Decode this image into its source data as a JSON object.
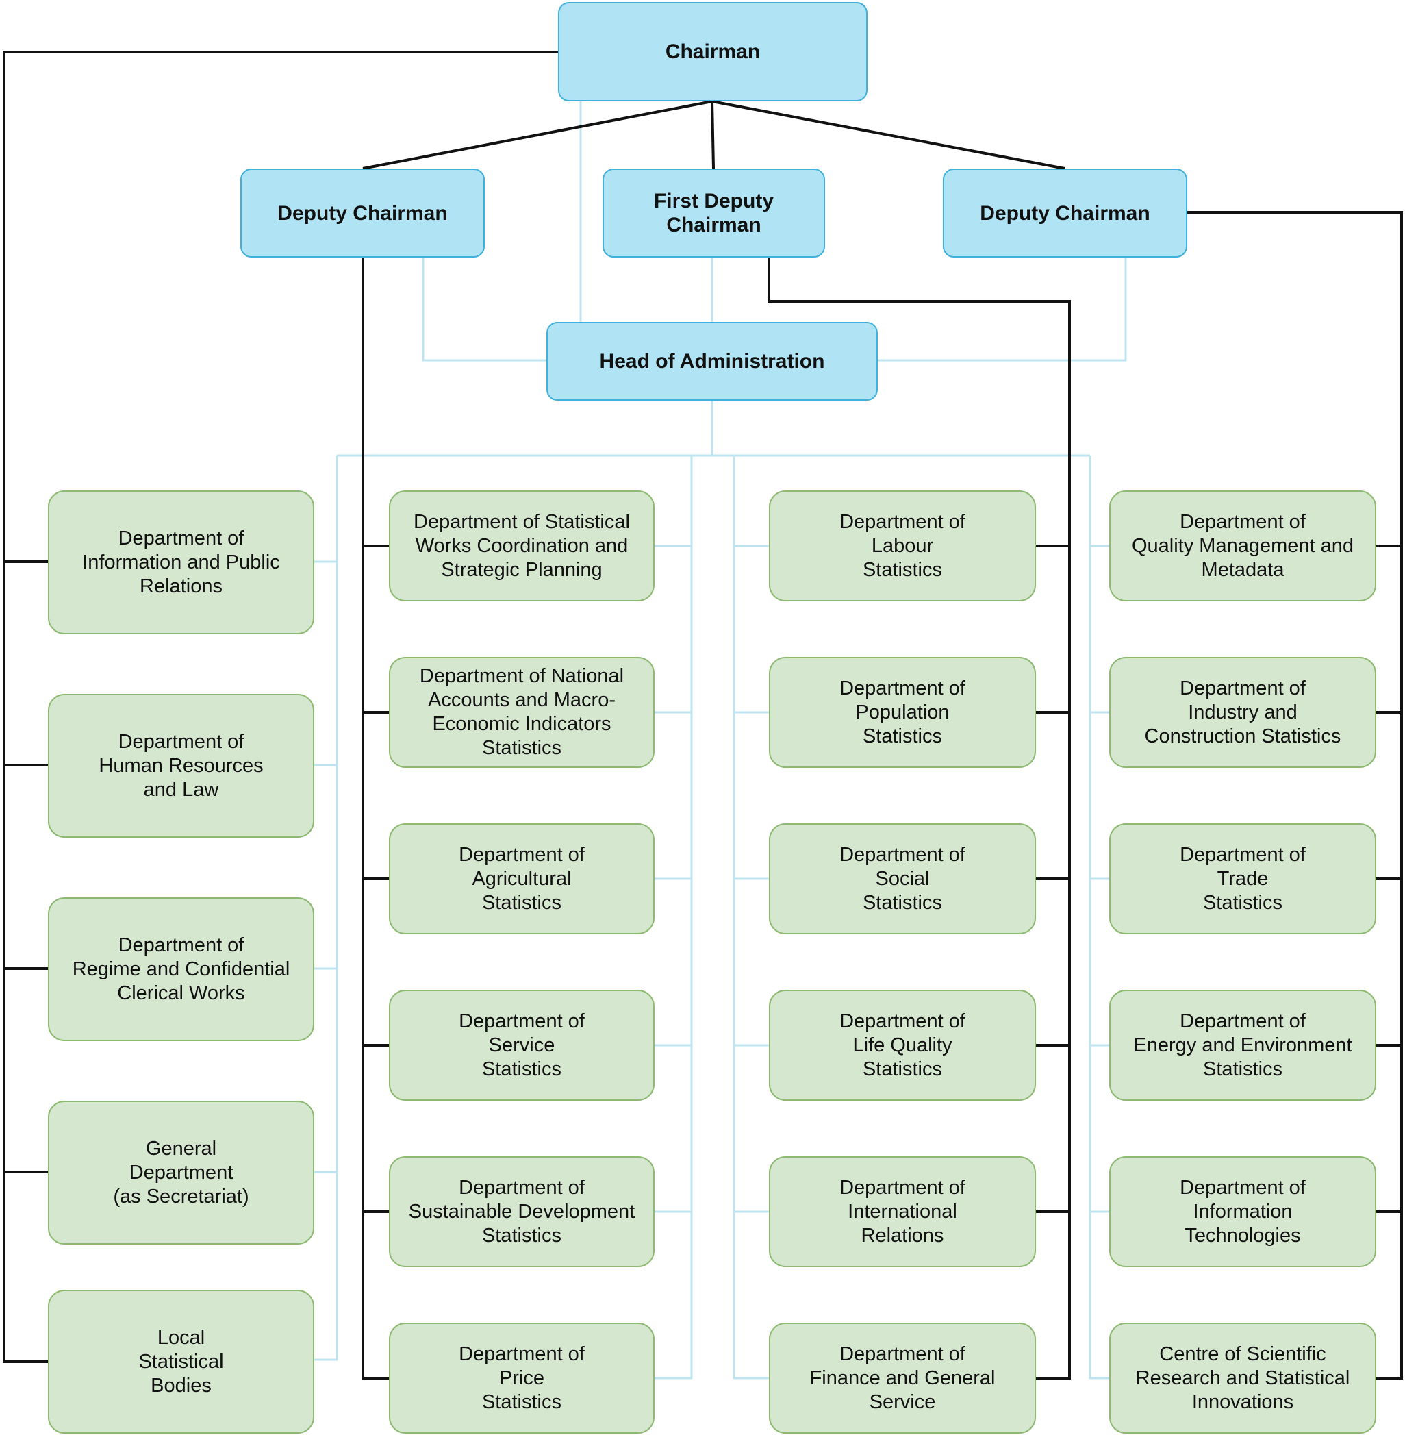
{
  "colors": {
    "exec_fill": "#b0e3f3",
    "exec_border": "#3eb1dc",
    "dept_fill": "#d6e7d0",
    "dept_border": "#8dba70",
    "line_dark": "#111111",
    "line_light": "#bfe4ef"
  },
  "executives": {
    "chairman": "Chairman",
    "deputy_left": "Deputy Chairman",
    "first_deputy": "First Deputy\nChairman",
    "deputy_right": "Deputy Chairman",
    "head_admin": "Head of Administration"
  },
  "columns": [
    {
      "reports_to": "Chairman",
      "items": [
        "Department of\nInformation and Public\nRelations",
        "Department of\nHuman Resources\nand Law",
        "Department of\nRegime and Confidential\nClerical Works",
        "General\nDepartment\n(as Secretariat)",
        "Local\nStatistical\nBodies"
      ]
    },
    {
      "reports_to": "Deputy Chairman",
      "items": [
        "Department of Statistical\nWorks Coordination and\nStrategic Planning",
        "Department of National\nAccounts and Macro-\nEconomic Indicators\nStatistics",
        "Department of\nAgricultural\nStatistics",
        "Department of\nService\nStatistics",
        "Department of\nSustainable Development\nStatistics",
        "Department of\nPrice\nStatistics"
      ]
    },
    {
      "reports_to": "First Deputy Chairman",
      "items": [
        "Department of\nLabour\nStatistics",
        "Department of\nPopulation\nStatistics",
        "Department of\nSocial\nStatistics",
        "Department of\nLife Quality\nStatistics",
        "Department of\nInternational\nRelations",
        "Department of\nFinance and  General\nService"
      ]
    },
    {
      "reports_to": "Deputy Chairman",
      "items": [
        "Department of\nQuality Management and\nMetadata",
        "Department of\nIndustry and\nConstruction Statistics",
        "Department of\nTrade\nStatistics",
        "Department of\nEnergy and Environment\nStatistics",
        "Department of\nInformation\nTechnologies",
        "Centre of Scientific\nResearch and Statistical\nInnovations"
      ]
    }
  ]
}
